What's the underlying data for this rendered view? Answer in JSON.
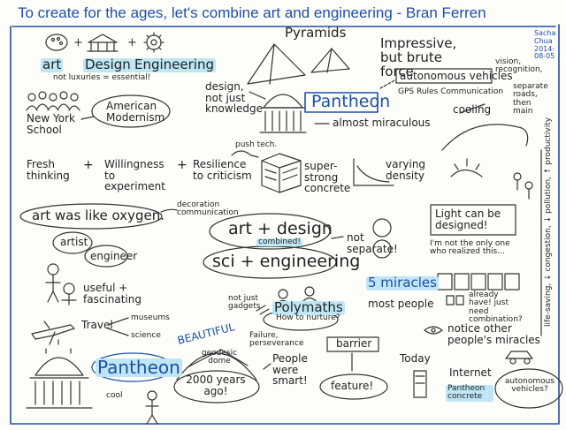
{
  "title": "To create for the ages, let's combine art and engineering - Bran Ferren",
  "credit": "Sacha Chua 2014-08-05",
  "texts": {
    "art": "art",
    "design": "Design",
    "engineering": "Engineering",
    "not_luxuries": "not luxuries = essential!",
    "new_york_school": "New York School",
    "american_modernism": "American Modernism",
    "pyramids": "Pyramids",
    "impressive": "Impressive, but brute force",
    "design_not_knowledge": "design, not just knowledge",
    "pantheon_box": "Pantheon",
    "autonomous_vehicles": "autonomous vehicles",
    "vision_recognition": "vision, recognition,",
    "gps_rules": "GPS Rules Communication",
    "separate_roads": "separate roads, then main",
    "almost_miraculous": "almost miraculous",
    "cooling": "cooling",
    "push_tech": "push tech.",
    "super_strong": "super-strong concrete",
    "varying_density": "varying density",
    "fresh_thinking": "Fresh thinking",
    "willingness": "Willingness to experiment",
    "resilience": "Resilience to criticism",
    "art_oxygen": "art was like oxygen.",
    "decoration": "decoration communication",
    "art_design": "art + design",
    "combined": "combined!",
    "not_separate": "not separate!",
    "sci_engineering": "sci + engineering",
    "light_designed": "Light can be designed!",
    "not_only_one": "I'm not the only one who realized this...",
    "side_text": "life-saving, ↓ congestion, ↓ pollution, ↑ productivity",
    "artist": "artist",
    "engineer": "engineer",
    "useful": "useful + fascinating",
    "travel": "Travel",
    "museums": "museums",
    "science": "science",
    "five_miracles": "5 miracles",
    "most_people": "most people",
    "already_have": "already have! just need combination?",
    "polymaths": "Polymaths",
    "how_to_nurture": "How to nurture?",
    "not_just_gadgets": "not just gadgets",
    "failure": "Failure, perseverance",
    "notice_other": "notice other people's miracles",
    "beautiful": "BEAUTIFUL",
    "geodesic": "geodesic dome",
    "two_thousand": "2000 years ago!",
    "people_smart": "People were smart!",
    "barrier": "barrier",
    "feature": "feature!",
    "today": "Today",
    "internet": "Internet",
    "pantheon_concrete": "Pantheon concrete",
    "autonomous_q": "autonomous vehicles?",
    "pantheon_big": "Pantheon",
    "cool": "cool"
  }
}
